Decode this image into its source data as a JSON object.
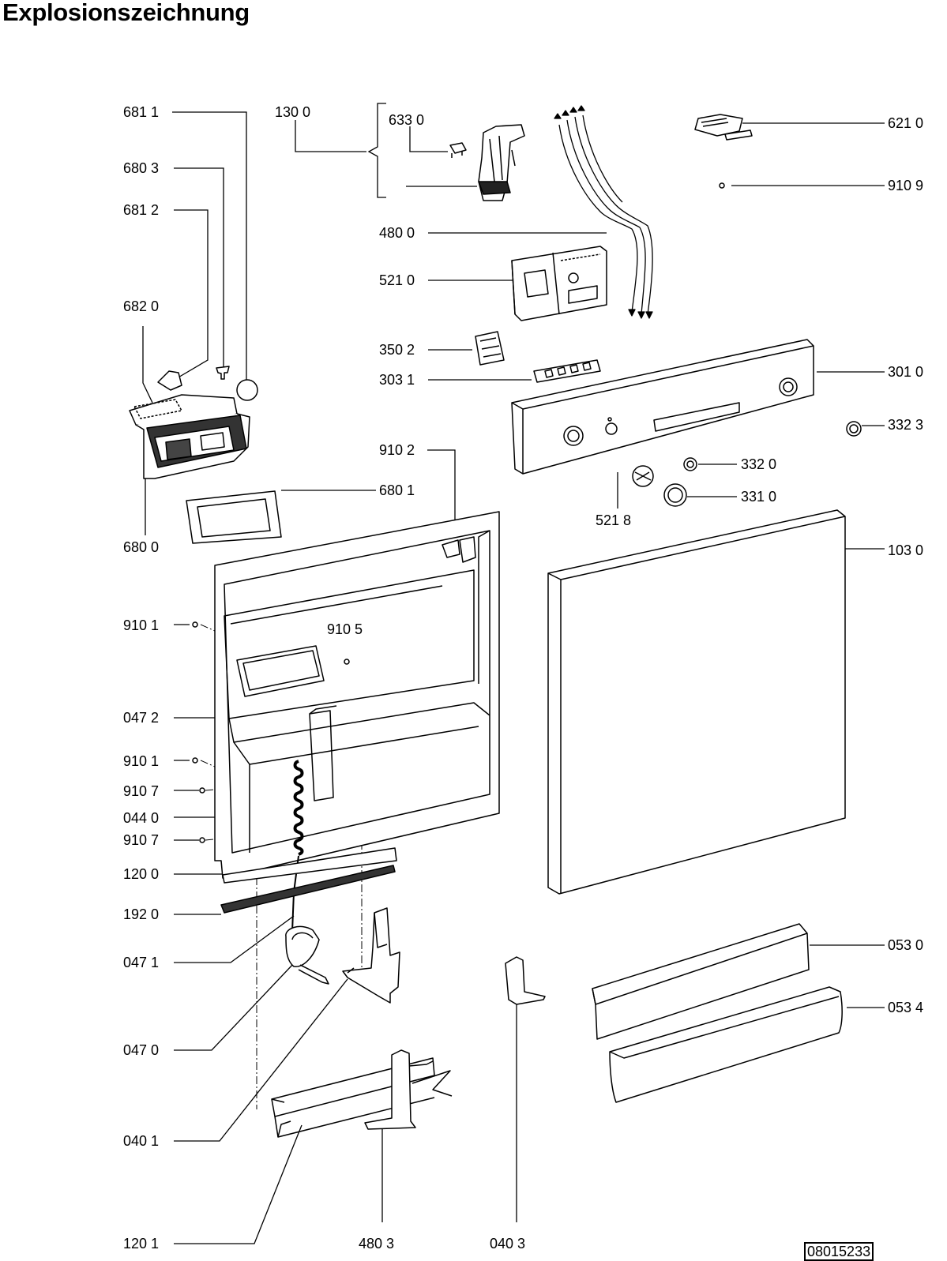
{
  "title": "Explosionszeichnung",
  "document_number": "08015233",
  "labels": {
    "l6811": "681 1",
    "l1300": "130 0",
    "l6330": "633 0",
    "l6210": "621 0",
    "l6803": "680 3",
    "l9109": "910 9",
    "l6812": "681 2",
    "l4800": "480 0",
    "l5210": "521 0",
    "l6820": "682 0",
    "l3502": "350 2",
    "l3031": "303 1",
    "l3010": "301 0",
    "l3323": "332 3",
    "l9102": "910 2",
    "l3320": "332 0",
    "l6801": "680 1",
    "l3310": "331 0",
    "l5218": "521 8",
    "l6800": "680 0",
    "l1030": "103 0",
    "l9101a": "910 1",
    "l9105": "910 5",
    "l0472": "047 2",
    "l9101b": "910 1",
    "l9107a": "910 7",
    "l0440": "044 0",
    "l9107b": "910 7",
    "l1200": "120 0",
    "l1920": "192 0",
    "l0471": "047 1",
    "l0530": "053 0",
    "l0534": "053 4",
    "l0470": "047 0",
    "l0401": "040 1",
    "l1201": "120 1",
    "l4803": "480 3",
    "l0403": "040 3"
  }
}
